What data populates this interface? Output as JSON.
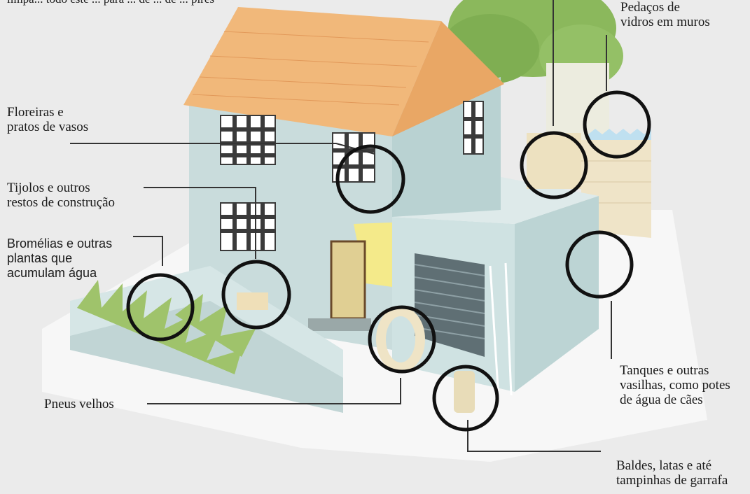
{
  "labels": {
    "top_cut": "limpa... todo este ... para ... de ... de ... pires",
    "vidros": "Pedaços de\nvidros em muros",
    "floreiras": "Floreiras e\npratos de vasos",
    "tijolos": "Tijolos e outros\nrestos de construção",
    "bromelias": "Bromélias e outras\nplantas que\nacumulam água",
    "pneus": "Pneus velhos",
    "tanques": "Tanques e outras\nvasilhas, como potes\nde água de cães",
    "baldes": "Baldes, latas e até\ntampinhas de garrafa"
  },
  "colors": {
    "background": "#ebebeb",
    "wall": "#c9dcdc",
    "roof": "#f1b87a",
    "garden": "#9fc36b",
    "tree": "#7fae52",
    "door": "#e0cf93",
    "circle": "#111111"
  }
}
